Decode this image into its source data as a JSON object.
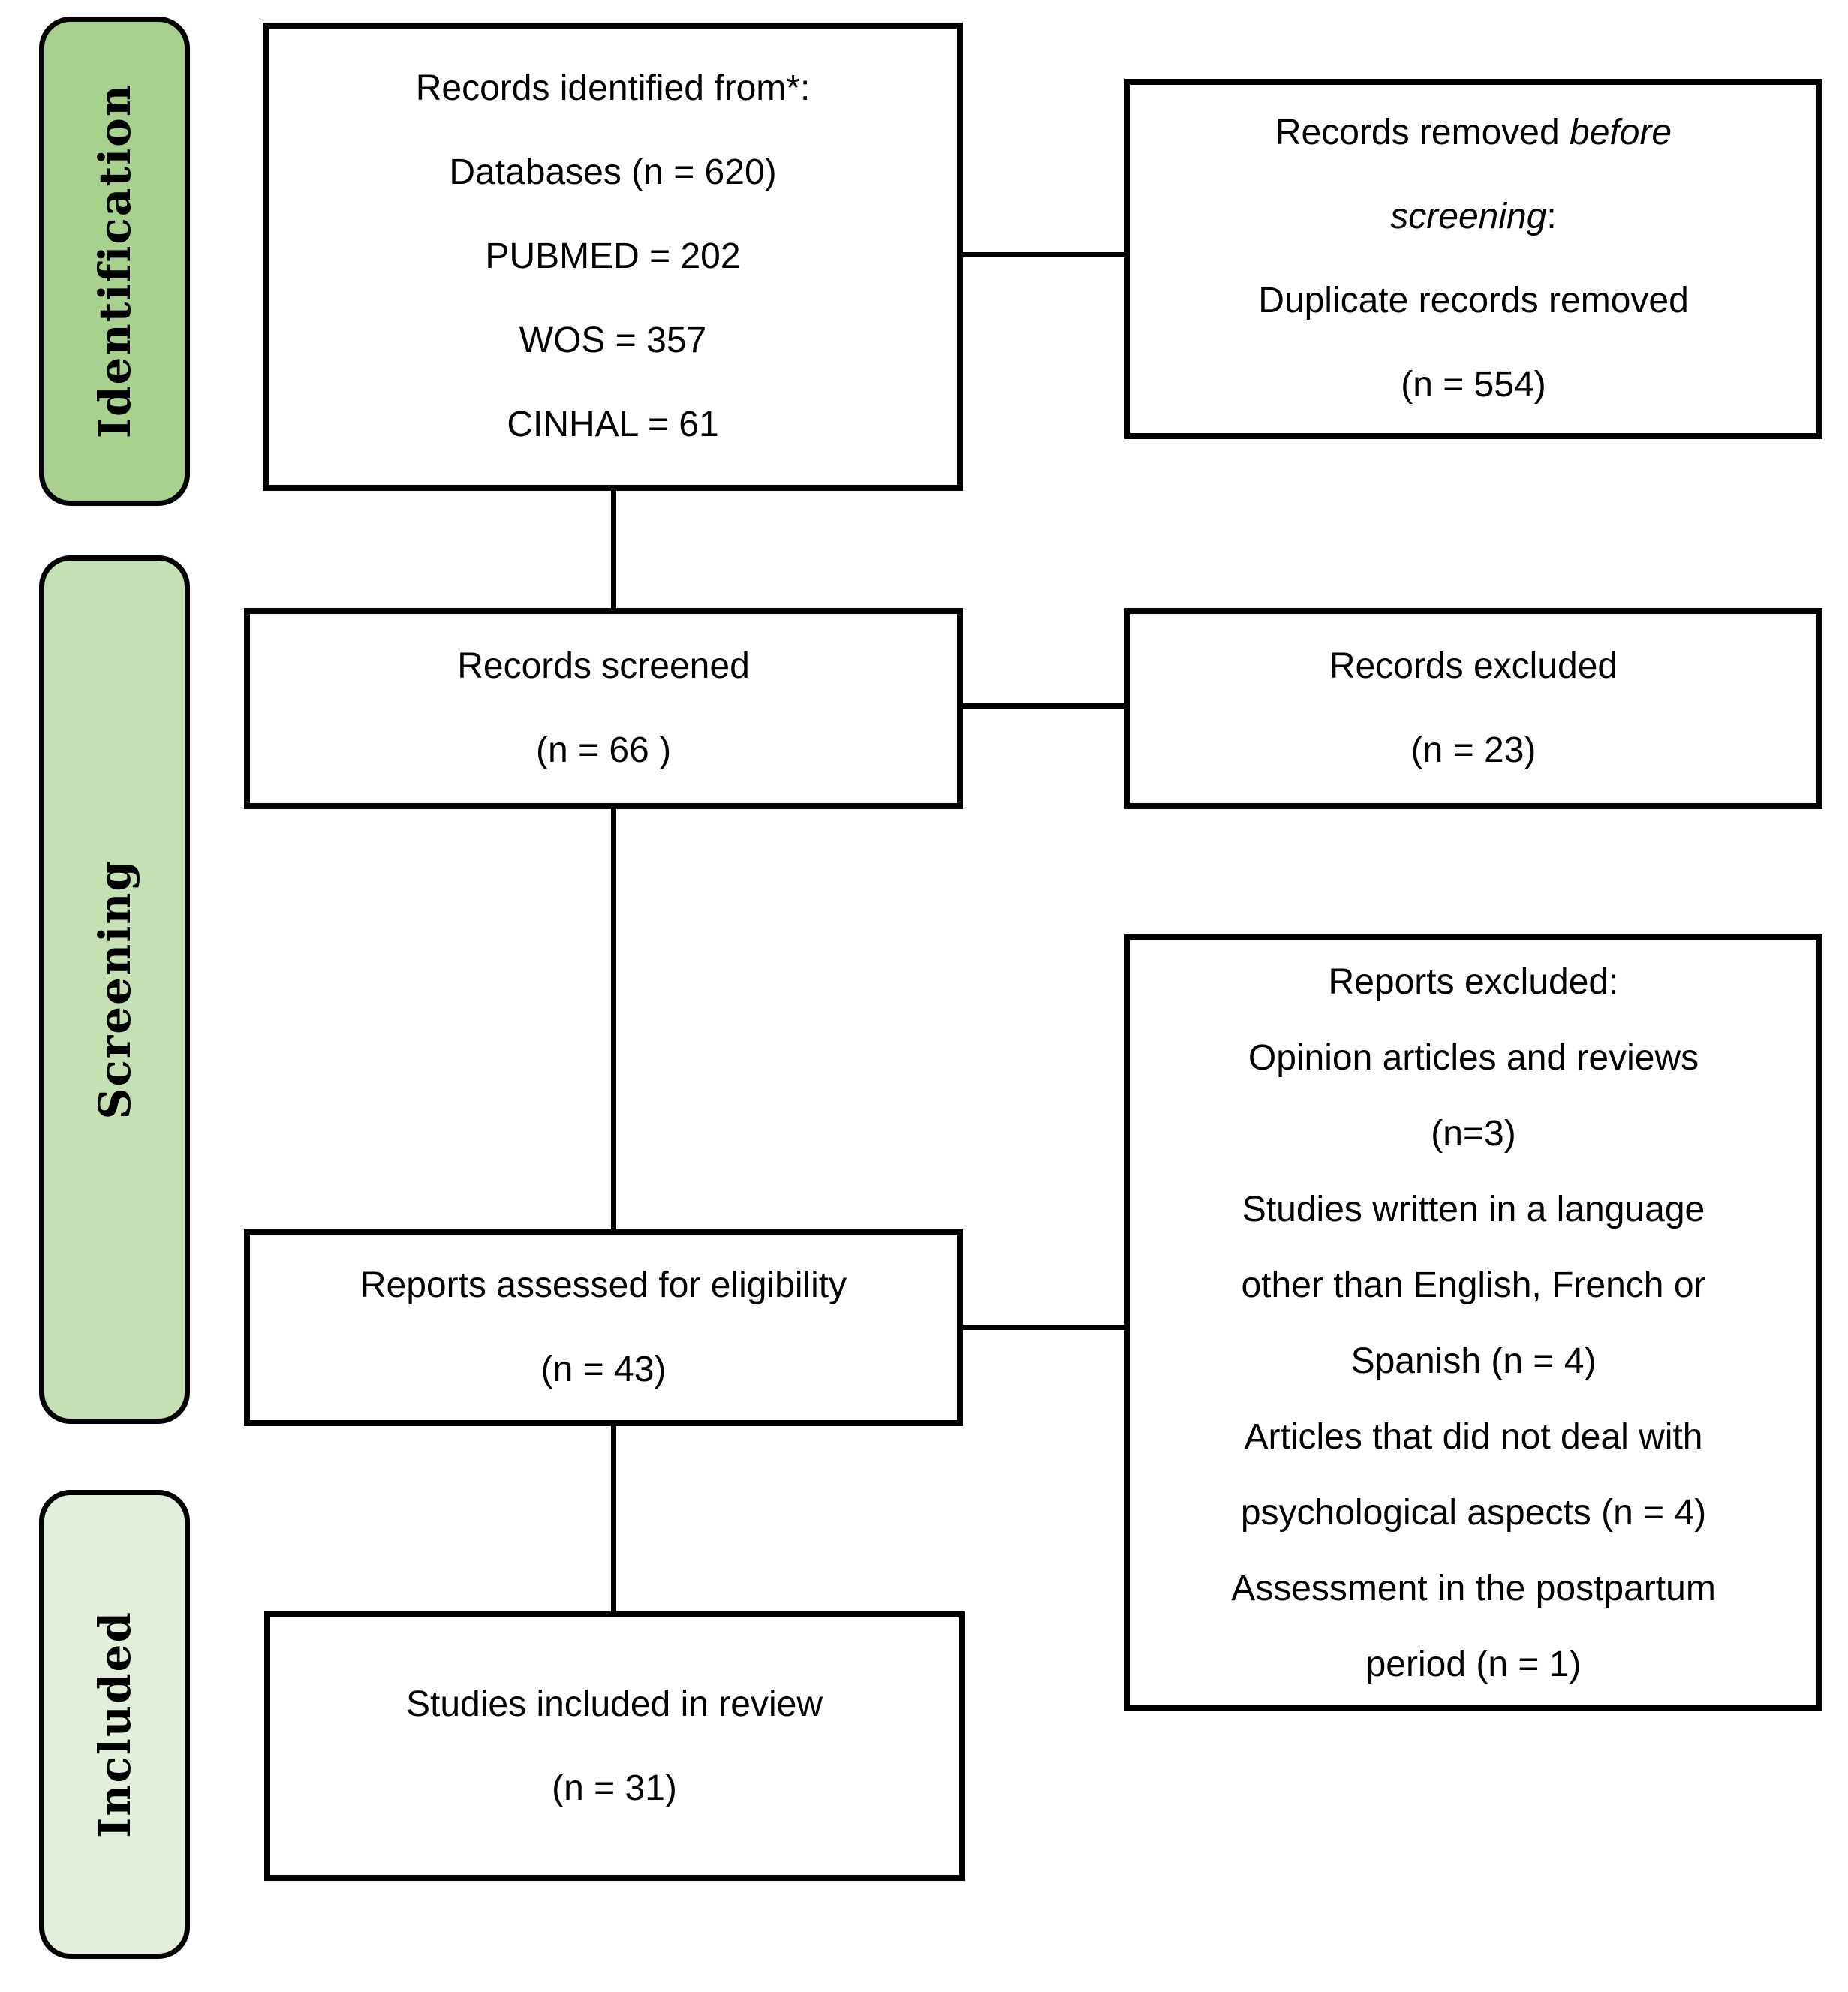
{
  "figure": {
    "type": "prisma-flow-diagram",
    "colors": {
      "line": "#000000",
      "box_background": "#ffffff"
    }
  },
  "stages": [
    {
      "label": "Identification",
      "color": "#a9d18e"
    },
    {
      "label": "Screening",
      "color": "#c5e0b3"
    },
    {
      "label": "Included",
      "color": "#e2efda"
    }
  ],
  "boxes": {
    "identified": {
      "lines": [
        "Records identified from*:",
        "Databases (n = 620)",
        "PUBMED = 202",
        "WOS = 357",
        "CINHAL = 61"
      ]
    },
    "removed_before_screening": {
      "line1_text": "Records removed ",
      "line1_italic": "before",
      "line2_italic": "screening",
      "line2_text": ":",
      "line3": "Duplicate records removed",
      "line4": "(n = 554)"
    },
    "screened": {
      "lines": [
        "Records screened",
        "(n = 66 )"
      ]
    },
    "records_excluded": {
      "lines": [
        "Records excluded",
        "(n = 23)"
      ]
    },
    "assessed": {
      "lines": [
        "Reports assessed for eligibility",
        "(n = 43)"
      ]
    },
    "reports_excluded": {
      "lines": [
        "Reports excluded:",
        "Opinion articles and reviews",
        "(n=3)",
        "Studies written in a language",
        "other than English, French or",
        "Spanish (n = 4)",
        "Articles that did not deal with",
        "psychological aspects (n = 4)",
        "Assessment in the postpartum",
        "period (n = 1)"
      ]
    },
    "included_in_review": {
      "lines": [
        "Studies included in review",
        "(n = 31)"
      ]
    }
  }
}
